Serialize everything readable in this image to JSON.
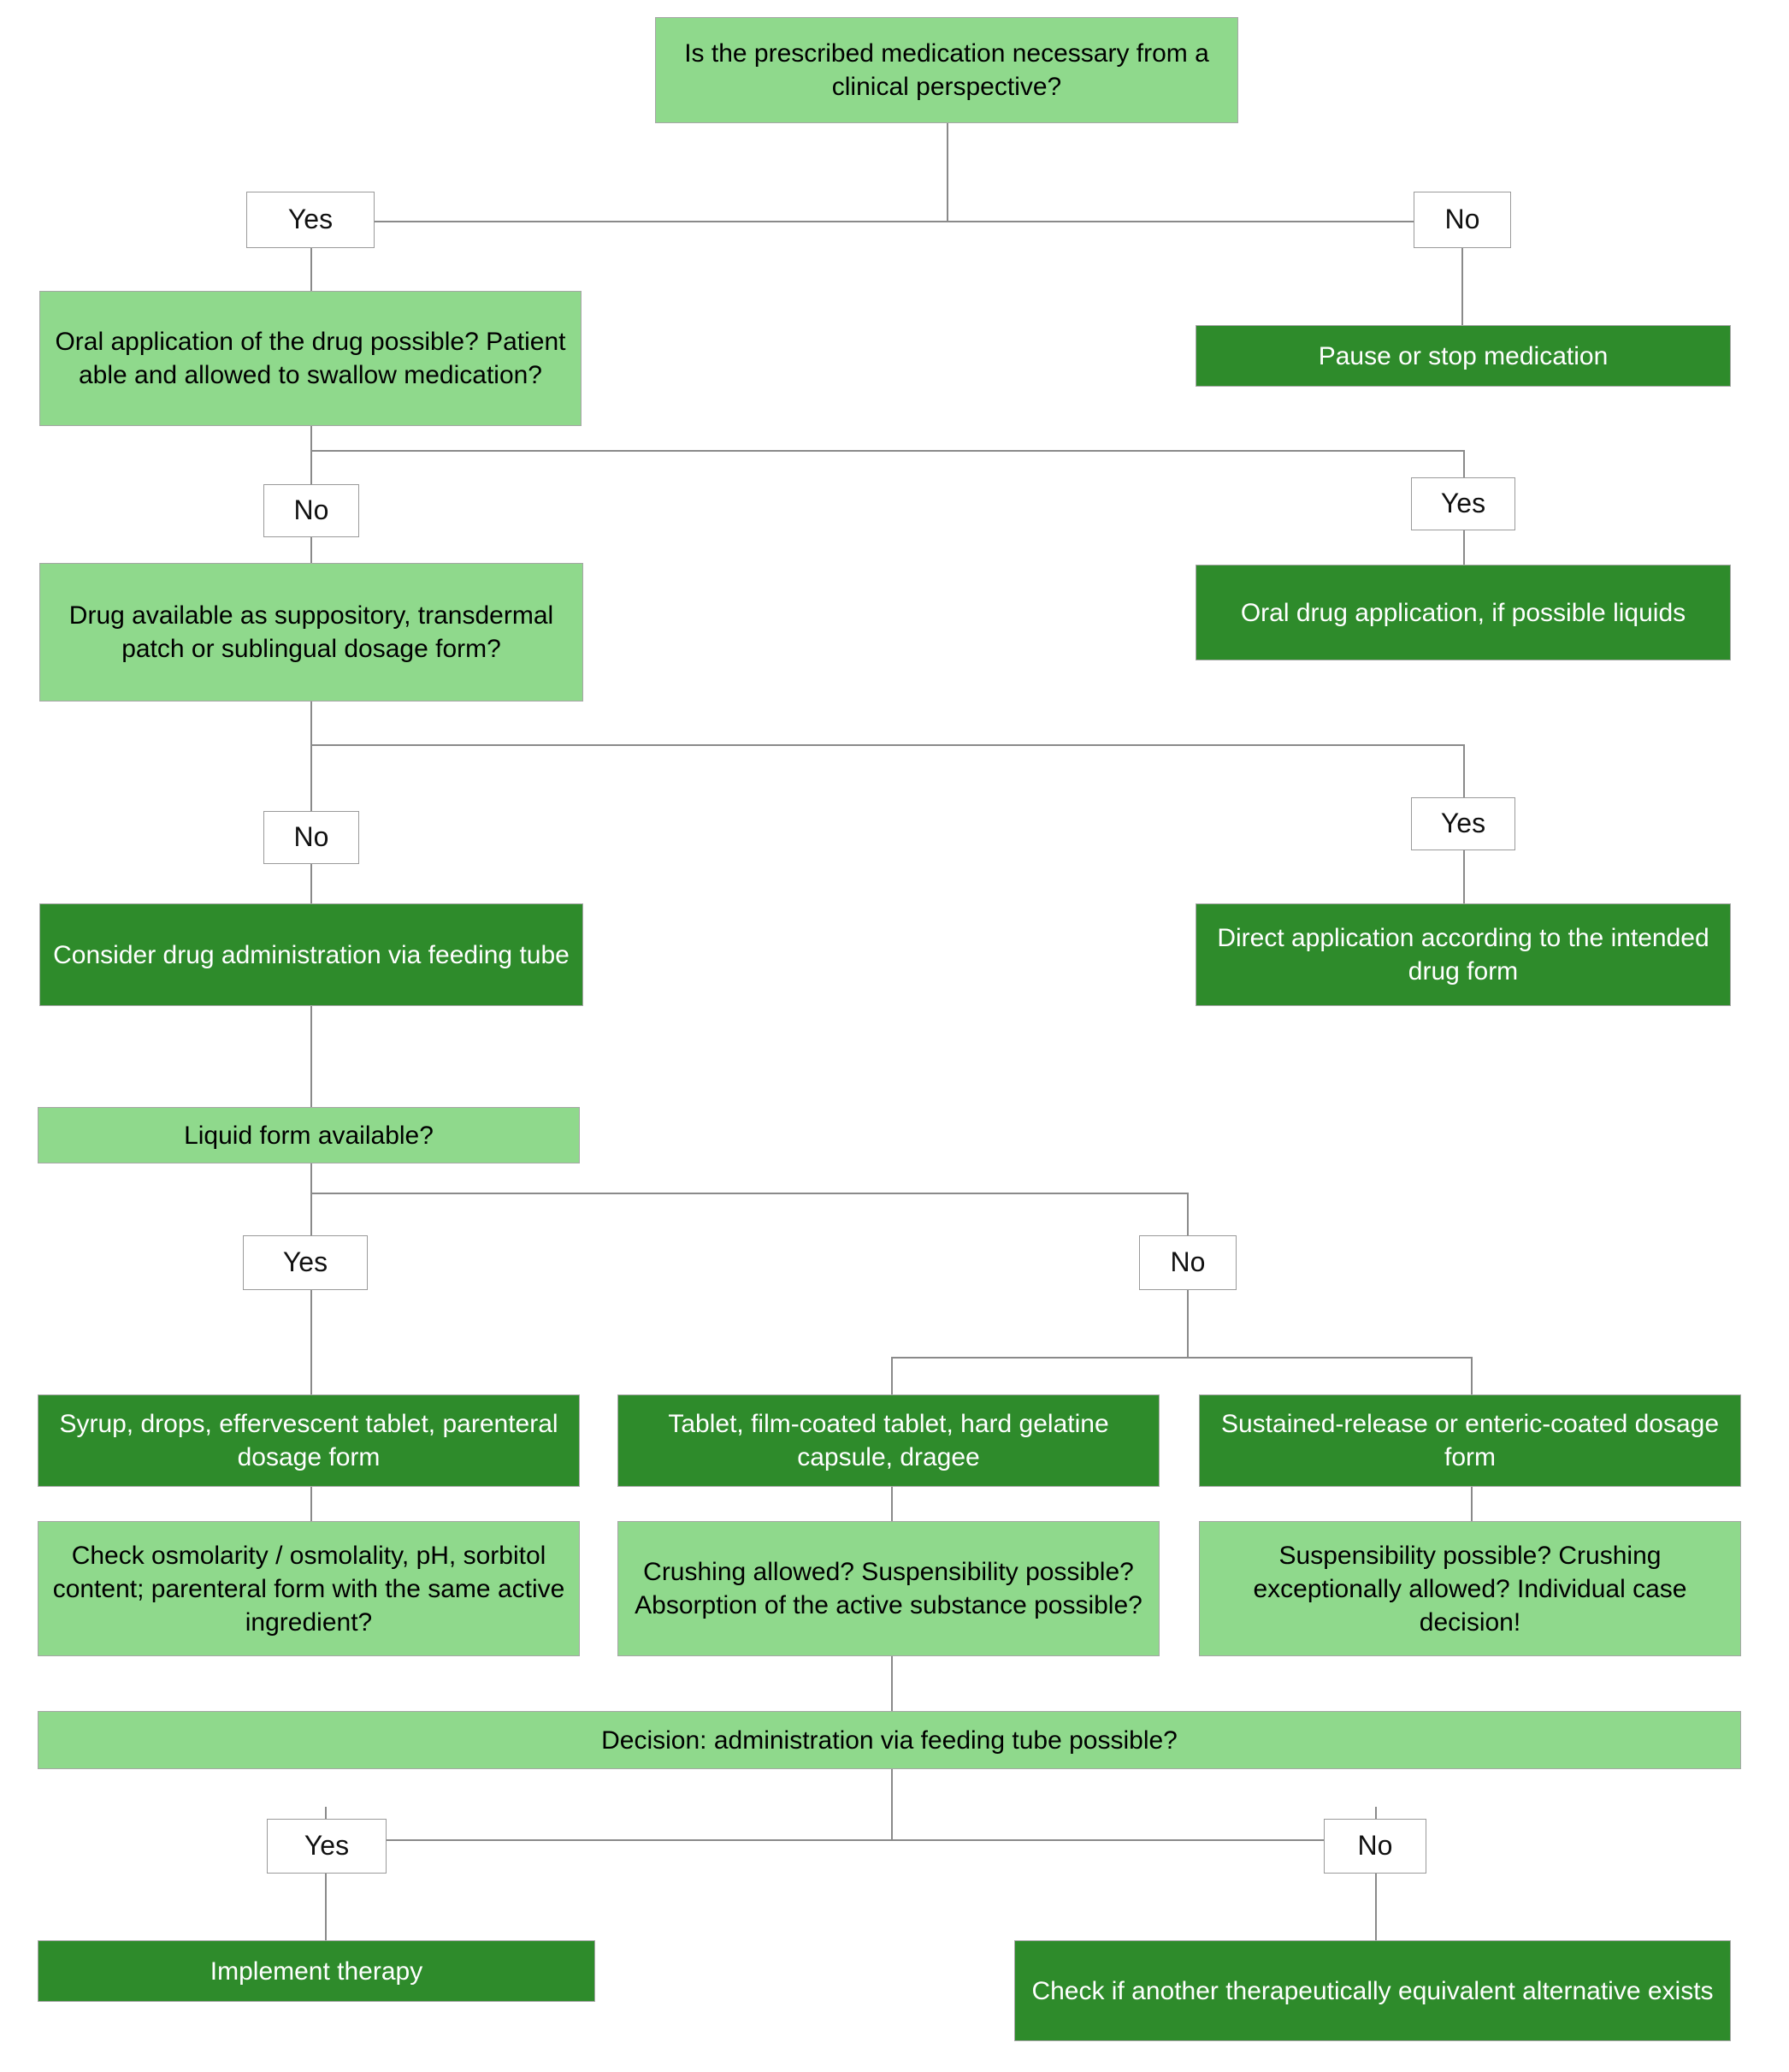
{
  "diagram": {
    "title": "Decision flowchart for medication administration via feeding tube",
    "colors": {
      "question_box": "#8FD98C",
      "action_box": "#2E8B2B",
      "label_box": "#FFFFFF",
      "connector": "#8A8A8A",
      "border": "#A6A6A6"
    }
  },
  "nodes": {
    "n1_medication_necessary": "Is the prescribed medication necessary from a clinical perspective?",
    "n2_pause_or_stop": "Pause or stop medication",
    "n3_oral_application_possible": "Oral application of the drug possible? Patient able and allowed to swallow medication?",
    "n4_oral_drug_application": "Oral drug application, if possible liquids",
    "n5_suppository_patch_sublingual": "Drug available as suppository, transdermal patch or sublingual dosage form?",
    "n6_direct_application": "Direct application according to the intended drug form",
    "n7_consider_feeding_tube": "Consider drug administration via feeding tube",
    "n8_liquid_form_available": "Liquid form available?",
    "n9_syrup_drops": "Syrup, drops, effervescent tablet, parenteral dosage form",
    "n10_tablet_capsule": "Tablet, film-coated tablet, hard gelatine capsule, dragee",
    "n11_sustained_release": "Sustained-release or enteric-coated dosage form",
    "n12_check_osmolarity": "Check osmolarity / osmolality, pH, sorbitol content; parenteral form with the same active ingredient?",
    "n13_crushing_allowed": "Crushing allowed? Suspensibility possible? Absorption of the active substance possible?",
    "n14_suspensibility_possible": "Suspensibility possible? Crushing exceptionally allowed? Individual case decision!",
    "n15_decision_feeding_tube": "Decision: administration via feeding tube possible?",
    "n16_implement_therapy": "Implement therapy",
    "n17_check_alternative": "Check if another therapeutically equivalent alternative exists"
  },
  "edge_labels": {
    "l1_yes": "Yes",
    "l2_no": "No",
    "l3_no": "No",
    "l4_yes": "Yes",
    "l5_no": "No",
    "l6_yes": "Yes",
    "l7_yes": "Yes",
    "l8_no": "No",
    "l9_yes": "Yes",
    "l10_no": "No"
  }
}
